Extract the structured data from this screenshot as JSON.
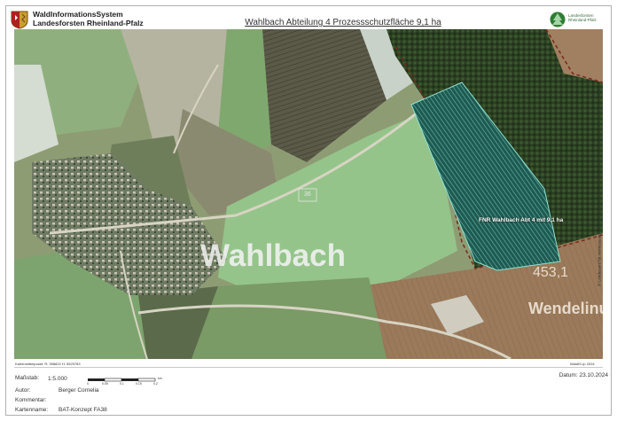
{
  "header": {
    "org_line1": "WaldInformationsSystem",
    "org_line2": "Landesforsten Rheinland-Pfalz",
    "map_title": "Wahlbach Abteilung 4 Prozessschutzfläche 9,1 ha",
    "logo_text_1": "Landesforsten",
    "logo_text_2": "Rheinland-Pfalz"
  },
  "map": {
    "place_name": "Wahlbach",
    "farm_name": "Wendelinushof",
    "elevation": "453,1",
    "road_marker": "36",
    "area_label": "FNR Wahlbach Abt 4 mit 9,1 ha",
    "side_credit": "© Landesamt für Vermessung und Geobasisinformation Rheinland-Pfalz; Geobasisdaten; ATKIS, ALKIS, Luftbild",
    "area_fill_color": "#1f5b52",
    "area_stroke_color": "#8fe3d3",
    "boundary_color": "#7a2a1c"
  },
  "info": {
    "coords": "Kartenmittelpunkt: R: 398822 H: 5529783",
    "waldis": "WaldIS-rp 2024"
  },
  "footer": {
    "massstab_label": "Maßstab:",
    "massstab_value": "1:5.000",
    "scale_ticks": [
      "0",
      "0.05",
      "0.1",
      "0.15",
      "0.2"
    ],
    "scale_unit": "km",
    "autor_label": "Autor:",
    "autor_value": "Berger Cornelia",
    "kommentar_label": "Kommentar:",
    "kommentar_value": "",
    "kartenname_label": "Kartenname:",
    "kartenname_value": "BAT-Konzept FA38",
    "datum_label": "Datum:",
    "datum_value": "23.10.2024"
  }
}
